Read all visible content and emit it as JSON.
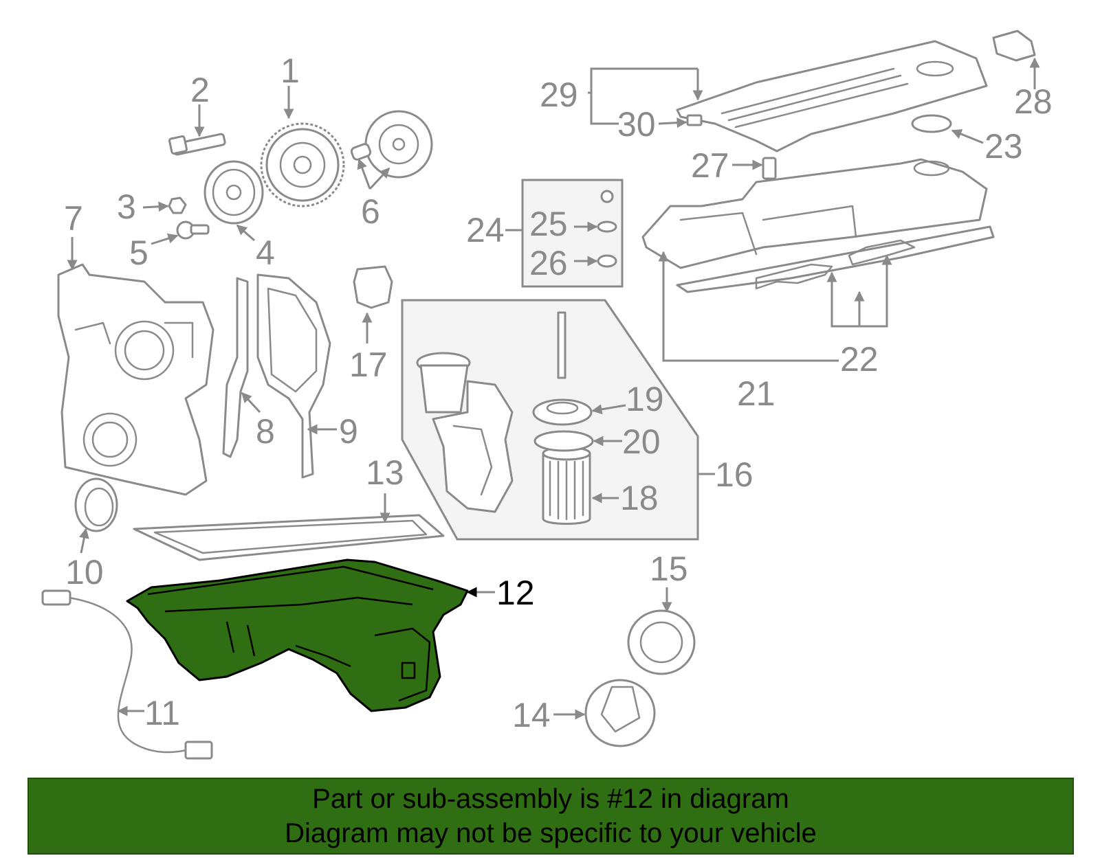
{
  "callouts": {
    "c1": "1",
    "c2": "2",
    "c3": "3",
    "c4": "4",
    "c5": "5",
    "c6": "6",
    "c7": "7",
    "c8": "8",
    "c9": "9",
    "c10": "10",
    "c11": "11",
    "c12": "12",
    "c13": "13",
    "c14": "14",
    "c15": "15",
    "c16": "16",
    "c17": "17",
    "c18": "18",
    "c19": "19",
    "c20": "20",
    "c21": "21",
    "c22": "22",
    "c23": "23",
    "c24": "24",
    "c25": "25",
    "c26": "26",
    "c27": "27",
    "c28": "28",
    "c29": "29",
    "c30": "30"
  },
  "highlight": {
    "part": "12",
    "color": "#2f6e12"
  },
  "footer": {
    "line1": "Part or sub-assembly is #12 in diagram",
    "line2": "Diagram may not be specific to your vehicle",
    "background": "#2f6e12"
  }
}
